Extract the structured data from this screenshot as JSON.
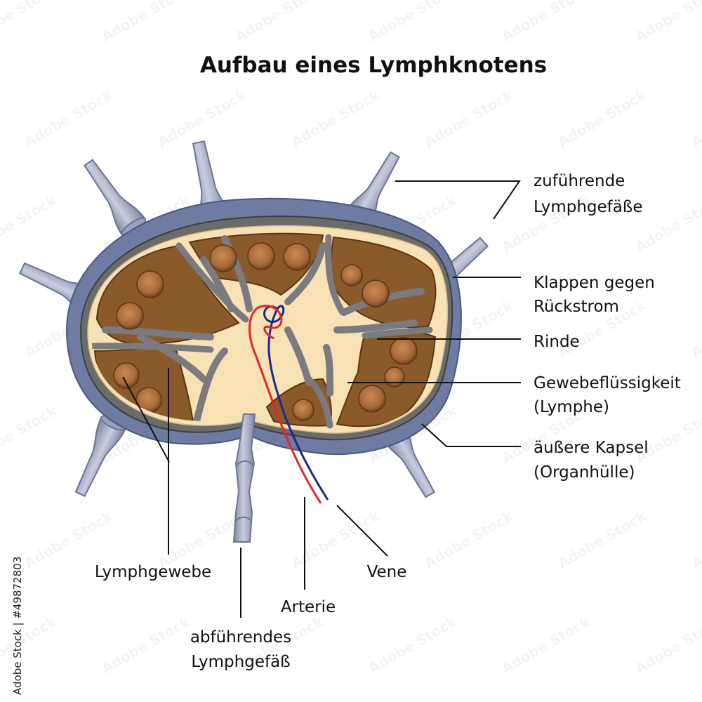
{
  "title": "Aufbau eines Lymphknotens",
  "labels": {
    "afferent_1": "zuführende",
    "afferent_2": "Lymphgefäße",
    "valves_1": "Klappen gegen",
    "valves_2": "Rückstrom",
    "cortex": "Rinde",
    "fluid_1": "Gewebeflüssigkeit",
    "fluid_2": "(Lymphe)",
    "capsule_1": "äußere Kapsel",
    "capsule_2": "(Organhülle)",
    "lymph_tissue": "Lymphgewebe",
    "vein": "Vene",
    "artery": "Arterie",
    "efferent_1": "abführendes",
    "efferent_2": "Lymphgefäß"
  },
  "stock_id": "Adobe Stock | #49872803",
  "watermark": "Adobe Stock",
  "colors": {
    "capsule": "#6e7ba3",
    "ring": "#6b6b6b",
    "cortex": "#8b5a2b",
    "medulla": "#f7e1b5",
    "trabecula": "#7a7a80",
    "vessel": "#a7adc3",
    "artery": "#e3262b",
    "vein": "#1a2a8a"
  }
}
